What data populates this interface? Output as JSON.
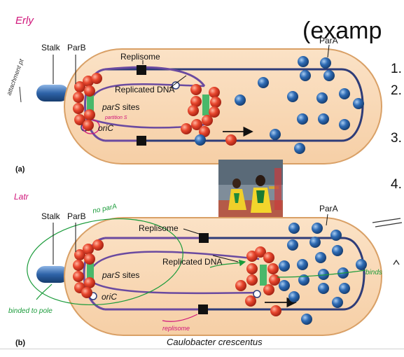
{
  "slide": {
    "title_fragment": "(examp",
    "list_numbers": [
      "1.",
      "2.",
      "3.",
      "4."
    ],
    "caption": "Caulobacter crescentus"
  },
  "panel_a": {
    "label": "(a)",
    "labels": {
      "stalk": "Stalk",
      "parB": "ParB",
      "replisome": "Replisome",
      "replicated_dna": "Replicated DNA",
      "pars_italic": "parS",
      "pars_rest": " sites",
      "oric": "oriC",
      "para": "ParA"
    },
    "handwriting": {
      "early": "Erly",
      "attachment": "attachment pt",
      "partition": "partition S"
    }
  },
  "panel_b": {
    "label": "(b)",
    "labels": {
      "stalk": "Stalk",
      "parB": "ParB",
      "replisome": "Replisome",
      "replicated_dna": "Replicated DNA",
      "pars_italic": "parS",
      "pars_rest": " sites",
      "oric": "oriC",
      "para": "ParA"
    },
    "handwriting": {
      "later": "Latr",
      "no_para": "no parA",
      "binded_to_pole": "binded to pole",
      "replisome": "replisome",
      "binds": "binds"
    }
  },
  "colors": {
    "cell_fill": "#f9d9b8",
    "cell_outline": "#d9a066",
    "dna_navy": "#2e3c78",
    "dna_purple": "#6a4aa0",
    "parb_red": "#e0402a",
    "para_blue": "#2f6cb5",
    "pars_green": "#49b86a",
    "handwriting_magenta": "#d0157a",
    "handwriting_green": "#1a9b3a"
  }
}
